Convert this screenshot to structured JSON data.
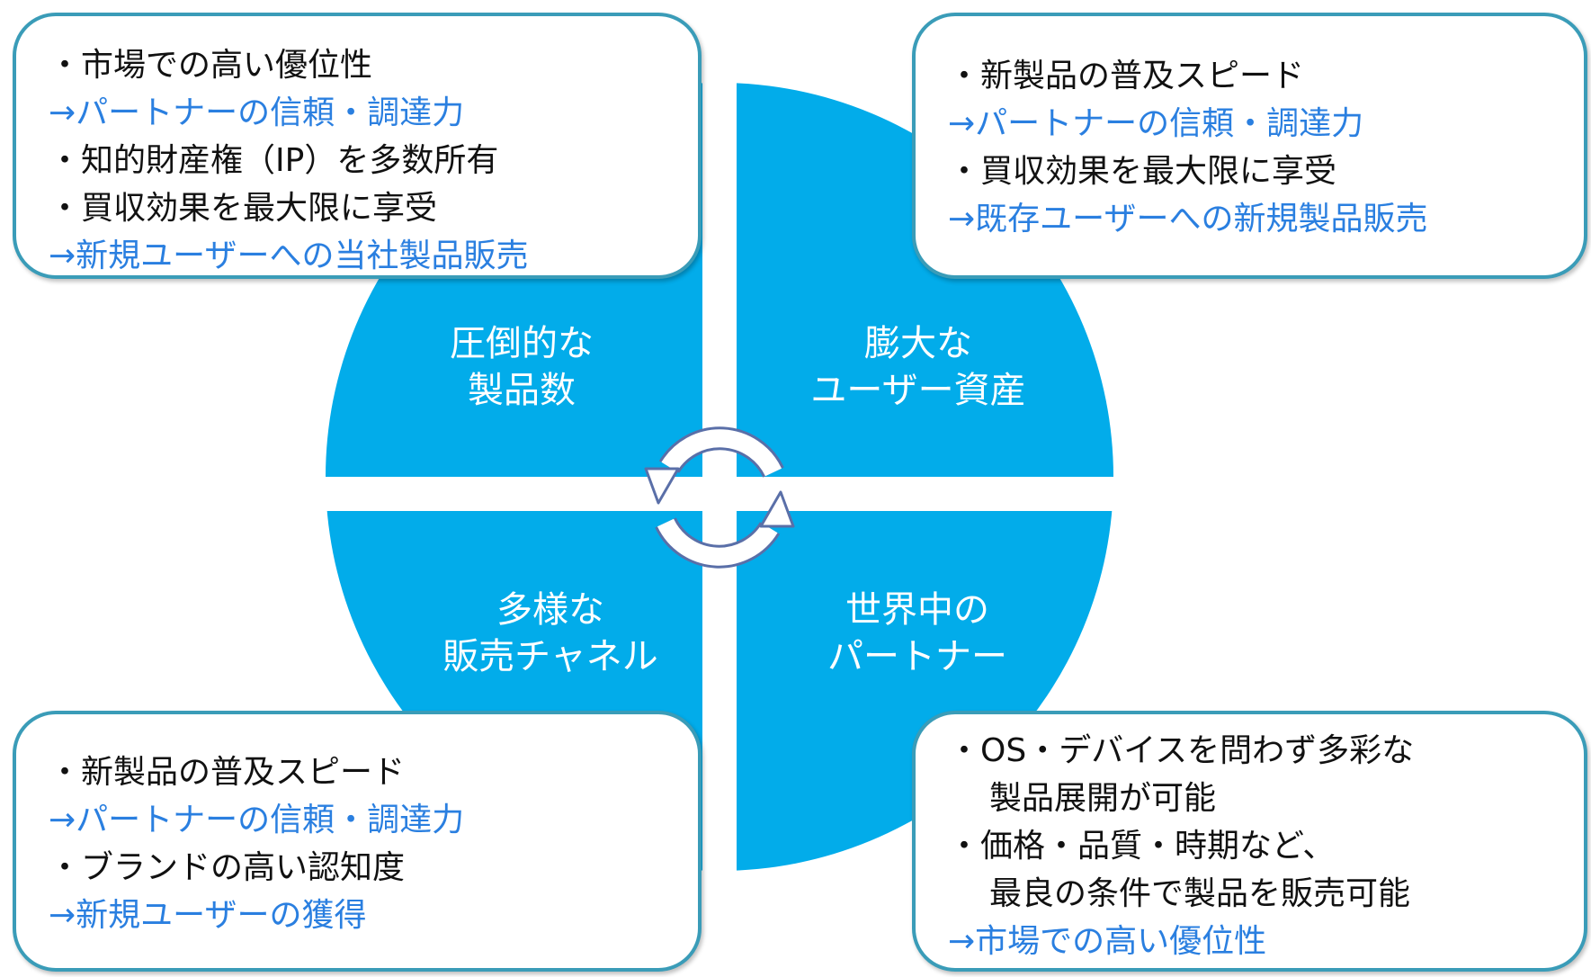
{
  "colors": {
    "circle": "#02acea",
    "box_border": "#3a9cb8",
    "accent_text": "#2a7fe0",
    "body_text": "#111111",
    "cycle_icon_fill": "#ffffff",
    "cycle_icon_stroke": "#5a6fa8"
  },
  "center_icon": "cycle-arrows-icon",
  "quadrants": {
    "top_left": [
      "圧倒的な",
      "製品数"
    ],
    "top_right": [
      "膨大な",
      "ユーザー資産"
    ],
    "bottom_left": [
      "多様な",
      "販売チャネル"
    ],
    "bottom_right": [
      "世界中の",
      "パートナー"
    ]
  },
  "boxes": {
    "top_left": [
      {
        "text": "・市場での高い優位性",
        "style": "normal"
      },
      {
        "text": "→パートナーの信頼・調達力",
        "style": "accent"
      },
      {
        "text": "・知的財産権（IP）を多数所有",
        "style": "normal"
      },
      {
        "text": "・買収効果を最大限に享受",
        "style": "normal"
      },
      {
        "text": "→新規ユーザーへの当社製品販売",
        "style": "accent"
      }
    ],
    "top_right": [
      {
        "text": "・新製品の普及スピード",
        "style": "normal"
      },
      {
        "text": "→パートナーの信頼・調達力",
        "style": "accent"
      },
      {
        "text": "・買収効果を最大限に享受",
        "style": "normal"
      },
      {
        "text": "→既存ユーザーへの新規製品販売",
        "style": "accent"
      }
    ],
    "bottom_left": [
      {
        "text": "・新製品の普及スピード",
        "style": "normal"
      },
      {
        "text": "→パートナーの信頼・調達力",
        "style": "accent"
      },
      {
        "text": "・ブランドの高い認知度",
        "style": "normal"
      },
      {
        "text": "→新規ユーザーの獲得",
        "style": "accent"
      }
    ],
    "bottom_right": [
      {
        "text": "・OS・デバイスを問わず多彩な",
        "style": "normal"
      },
      {
        "text": "製品展開が可能",
        "style": "indent"
      },
      {
        "text": "・価格・品質・時期など、",
        "style": "normal"
      },
      {
        "text": "最良の条件で製品を販売可能",
        "style": "indent"
      },
      {
        "text": "→市場での高い優位性",
        "style": "accent"
      }
    ]
  }
}
